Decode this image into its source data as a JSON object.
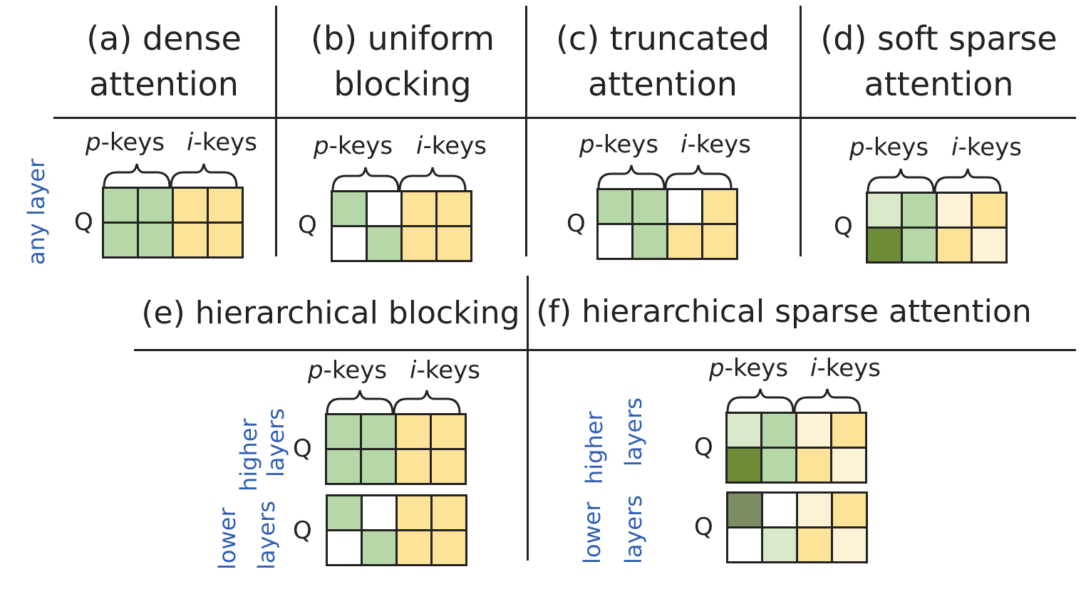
{
  "colors": {
    "W": "#ffffff",
    "G": "#b6d7a8",
    "g": "#d9e8c9",
    "D": "#6e8c38",
    "K": "#7d8c63",
    "Y": "#fde397",
    "y": "#fdf2d6",
    "text_blue": "#2e5fb3"
  },
  "p_keys_label": "p",
  "keys_suffix": "-keys",
  "i_keys_label": "i",
  "q_label": "Q",
  "panels": [
    {
      "id": "a",
      "title_line1": "(a) dense",
      "title_line2": "attention",
      "grid": [
        [
          "G",
          "G",
          "Y",
          "Y"
        ],
        [
          "G",
          "G",
          "Y",
          "Y"
        ]
      ]
    },
    {
      "id": "b",
      "title_line1": "(b) uniform",
      "title_line2": "blocking",
      "grid": [
        [
          "G",
          "W",
          "Y",
          "Y"
        ],
        [
          "W",
          "G",
          "Y",
          "Y"
        ]
      ]
    },
    {
      "id": "c",
      "title_line1": "(c) truncated",
      "title_line2": "attention",
      "grid": [
        [
          "G",
          "G",
          "W",
          "Y"
        ],
        [
          "W",
          "G",
          "Y",
          "Y"
        ]
      ]
    },
    {
      "id": "d",
      "title_line1": "(d) soft sparse",
      "title_line2": "attention",
      "grid": [
        [
          "g",
          "G",
          "y",
          "Y"
        ],
        [
          "D",
          "G",
          "Y",
          "y"
        ]
      ]
    }
  ],
  "any_layer_label": "any layer",
  "bottom_panels": [
    {
      "id": "e",
      "title": "(e) hierarchical blocking",
      "higher_grid": [
        [
          "G",
          "G",
          "Y",
          "Y"
        ],
        [
          "G",
          "G",
          "Y",
          "Y"
        ]
      ],
      "lower_grid": [
        [
          "G",
          "W",
          "Y",
          "Y"
        ],
        [
          "W",
          "G",
          "Y",
          "Y"
        ]
      ]
    },
    {
      "id": "f",
      "title": "(f) hierarchical sparse attention",
      "higher_grid": [
        [
          "g",
          "G",
          "y",
          "Y"
        ],
        [
          "D",
          "G",
          "Y",
          "y"
        ]
      ],
      "lower_grid": [
        [
          "K",
          "W",
          "y",
          "Y"
        ],
        [
          "W",
          "g",
          "Y",
          "y"
        ]
      ]
    }
  ],
  "lower_label": "lower",
  "higher_label": "higher",
  "layers_label": "layers"
}
